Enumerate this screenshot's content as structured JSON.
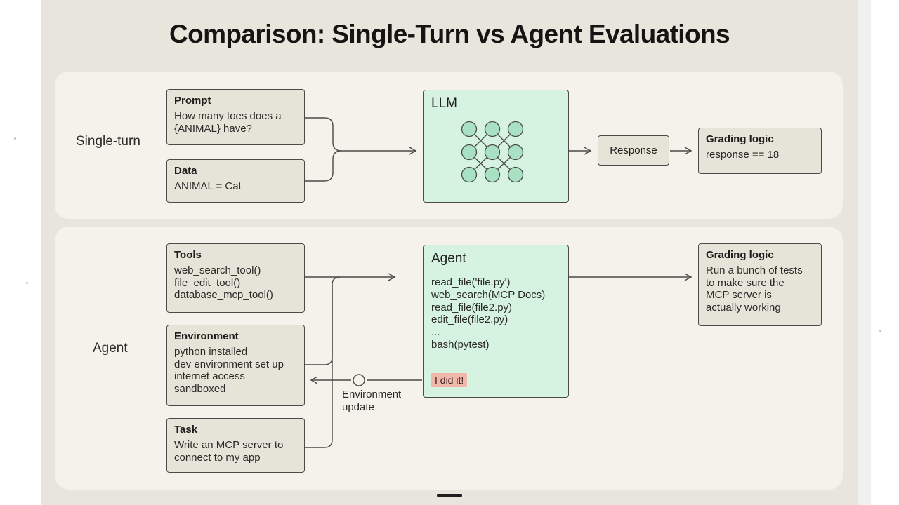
{
  "title": "Comparison: Single-Turn vs Agent Evaluations",
  "single_turn": {
    "label": "Single-turn",
    "prompt": {
      "header": "Prompt",
      "lines": [
        "How many toes does a",
        "{ANIMAL} have?"
      ]
    },
    "data": {
      "header": "Data",
      "lines": [
        "ANIMAL = Cat"
      ]
    },
    "llm": {
      "header": "LLM"
    },
    "response": "Response",
    "grading": {
      "header": "Grading logic",
      "lines": [
        "response == 18"
      ]
    }
  },
  "agent": {
    "label": "Agent",
    "tools": {
      "header": "Tools",
      "lines": [
        "web_search_tool()",
        "file_edit_tool()",
        "database_mcp_tool()"
      ]
    },
    "environment": {
      "header": "Environment",
      "lines": [
        "python installed",
        "dev environment set up",
        "internet access",
        "sandboxed"
      ]
    },
    "task": {
      "header": "Task",
      "lines": [
        "Write an MCP server to",
        "connect to my app"
      ]
    },
    "agent_box": {
      "header": "Agent",
      "lines": [
        "read_file('file.py')",
        "web_search(MCP Docs)",
        "read_file(file2.py)",
        "edit_file(file2.py)",
        "...",
        "bash(pytest)"
      ],
      "status": "I did it!"
    },
    "env_update": [
      "Environment",
      "update"
    ],
    "grading": {
      "header": "Grading logic",
      "lines": [
        "Run a bunch of tests",
        "to make sure the",
        "MCP server is",
        "actually working"
      ]
    }
  },
  "colors": {
    "slide_bg": "#e8e6dc",
    "panel_bg": "#f4f2ea",
    "box_bg": "#e6e4d9",
    "model_bg": "#d6f2e1",
    "node_fill": "#a8e2c2",
    "status_bg": "#f0b7aa"
  }
}
